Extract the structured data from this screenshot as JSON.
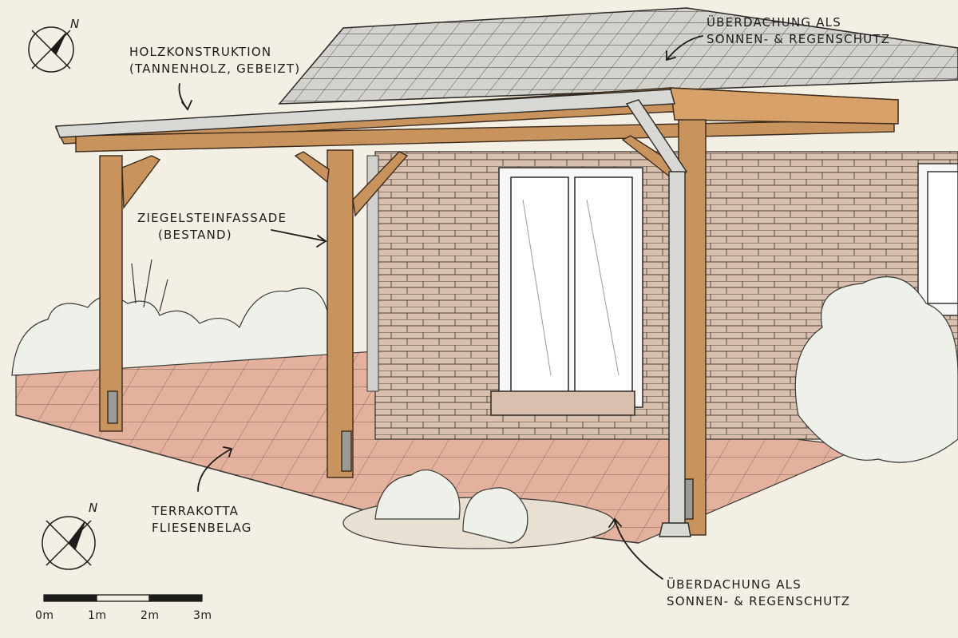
{
  "annotations": {
    "holz": {
      "line1": "Holzkonstruktion",
      "line2": "(Tannenholz, gebeizt)"
    },
    "dach_top": {
      "line1": "Überdachung als",
      "line2": "Sonnen- & Regenschutz"
    },
    "ziegel": {
      "line1": "Ziegelsteinfassade",
      "line2": "(Bestand)"
    },
    "terrakotta": {
      "line1": "Terrakotta",
      "line2": "Fliesenbelag"
    },
    "dach_bottom": {
      "line1": "Überdachung als",
      "line2": "Sonnen- & Regenschutz"
    }
  },
  "compass": {
    "north_label": "N"
  },
  "scale_bar": {
    "ticks": [
      "0m",
      "1m",
      "2m",
      "3m"
    ]
  },
  "colors": {
    "paper": "#f4efe4",
    "wood": "#c9935e",
    "brick": "#d6b8a6",
    "terracotta": "#e2ad9a",
    "roof_tile": "#cfcfcb",
    "ink": "#1e1c1a"
  }
}
